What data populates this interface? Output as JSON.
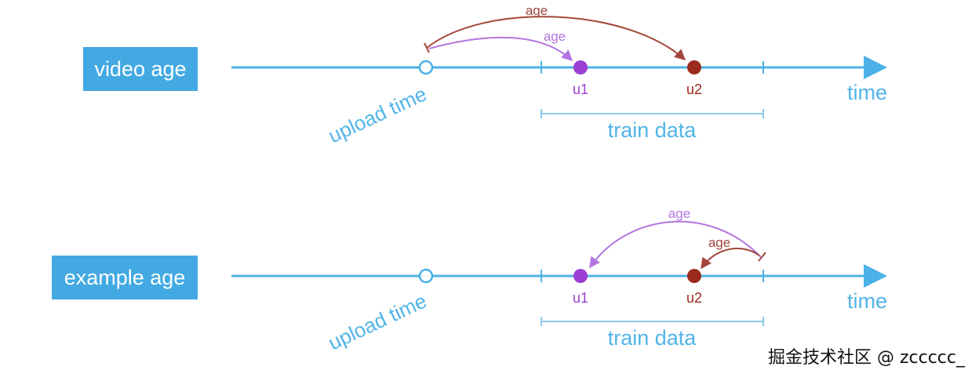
{
  "colors": {
    "axis": "#4cb1e6",
    "box": "#42a9e2",
    "box_text": "#ffffff",
    "u1": "#9b3fd4",
    "u2": "#9a2a1c",
    "arrow_purple": "#b475e0",
    "arrow_brown": "#a3463a",
    "label_text": "#52b4e8"
  },
  "panels": [
    {
      "label": "video age",
      "upload_label": "upload time",
      "time_label": "time",
      "train_label": "train data",
      "u1_label": "u1",
      "u2_label": "u2",
      "arrows": [
        {
          "label": "age",
          "target": "u2"
        },
        {
          "label": "age",
          "target": "u1"
        }
      ]
    },
    {
      "label": "example age",
      "upload_label": "upload time",
      "time_label": "time",
      "train_label": "train data",
      "u1_label": "u1",
      "u2_label": "u2",
      "arrows": [
        {
          "label": "age",
          "target": "u1"
        },
        {
          "label": "age",
          "target": "u2"
        }
      ]
    }
  ],
  "watermark": "掘金技术社区 @ zccccc_"
}
